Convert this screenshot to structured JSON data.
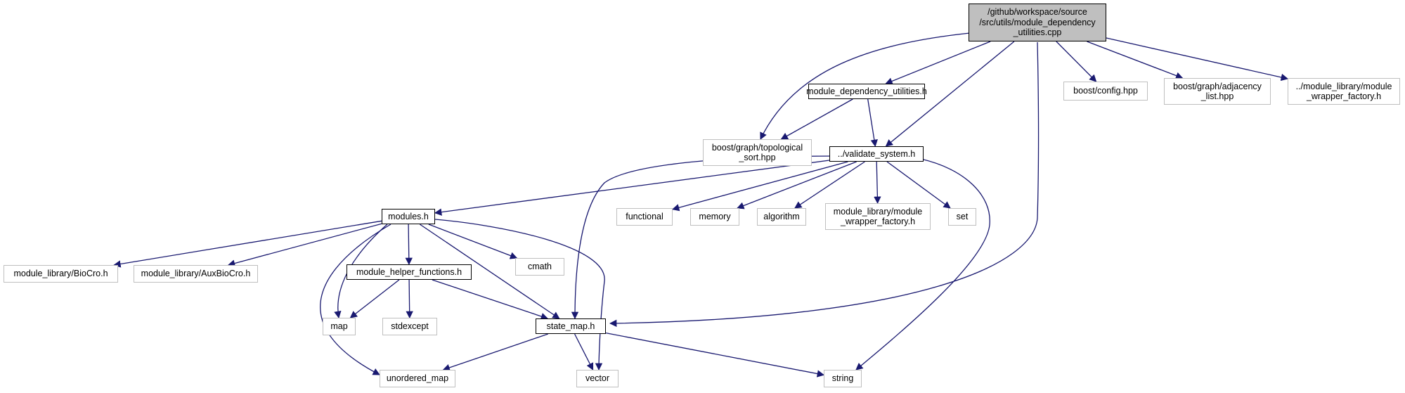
{
  "colors": {
    "edge": "#191970",
    "root_fill": "#bfbfbf",
    "external_border": "#bfbfbf",
    "local_border": "#000000"
  },
  "nodes": {
    "root": {
      "label": "/github/workspace/source\n/src/utils/module_dependency\n_utilities.cpp",
      "kind": "root"
    },
    "mdu_h": {
      "label": "module_dependency_utilities.h",
      "kind": "local"
    },
    "topo": {
      "label": "boost/graph/topological\n_sort.hpp",
      "kind": "external"
    },
    "validate": {
      "label": "../validate_system.h",
      "kind": "local"
    },
    "config": {
      "label": "boost/config.hpp",
      "kind": "external"
    },
    "adj": {
      "label": "boost/graph/adjacency\n_list.hpp",
      "kind": "external"
    },
    "mwf_root": {
      "label": "../module_library/module\n_wrapper_factory.h",
      "kind": "external"
    },
    "modules": {
      "label": "modules.h",
      "kind": "local"
    },
    "functional": {
      "label": "functional",
      "kind": "external"
    },
    "memory": {
      "label": "memory",
      "kind": "external"
    },
    "algorithm": {
      "label": "algorithm",
      "kind": "external"
    },
    "mwf": {
      "label": "module_library/module\n_wrapper_factory.h",
      "kind": "external"
    },
    "set": {
      "label": "set",
      "kind": "external"
    },
    "biocro": {
      "label": "module_library/BioCro.h",
      "kind": "external"
    },
    "auxbiocro": {
      "label": "module_library/AuxBioCro.h",
      "kind": "external"
    },
    "mhf": {
      "label": "module_helper_functions.h",
      "kind": "local"
    },
    "cmath": {
      "label": "cmath",
      "kind": "external"
    },
    "map": {
      "label": "map",
      "kind": "external"
    },
    "stdexcept": {
      "label": "stdexcept",
      "kind": "external"
    },
    "state_map": {
      "label": "state_map.h",
      "kind": "local"
    },
    "unordered_map": {
      "label": "unordered_map",
      "kind": "external"
    },
    "vector": {
      "label": "vector",
      "kind": "external"
    },
    "string": {
      "label": "string",
      "kind": "external"
    }
  },
  "edges": [
    [
      "root",
      "topo"
    ],
    [
      "root",
      "mdu_h"
    ],
    [
      "root",
      "validate"
    ],
    [
      "root",
      "state_map"
    ],
    [
      "root",
      "config"
    ],
    [
      "root",
      "adj"
    ],
    [
      "root",
      "mwf_root"
    ],
    [
      "mdu_h",
      "topo"
    ],
    [
      "mdu_h",
      "validate"
    ],
    [
      "validate",
      "modules"
    ],
    [
      "validate",
      "state_map"
    ],
    [
      "validate",
      "functional"
    ],
    [
      "validate",
      "memory"
    ],
    [
      "validate",
      "algorithm"
    ],
    [
      "validate",
      "mwf"
    ],
    [
      "validate",
      "set"
    ],
    [
      "validate",
      "string"
    ],
    [
      "modules",
      "biocro"
    ],
    [
      "modules",
      "auxbiocro"
    ],
    [
      "modules",
      "unordered_map"
    ],
    [
      "modules",
      "map"
    ],
    [
      "modules",
      "mhf"
    ],
    [
      "modules",
      "state_map"
    ],
    [
      "modules",
      "cmath"
    ],
    [
      "modules",
      "vector"
    ],
    [
      "mhf",
      "map"
    ],
    [
      "mhf",
      "stdexcept"
    ],
    [
      "mhf",
      "state_map"
    ],
    [
      "state_map",
      "unordered_map"
    ],
    [
      "state_map",
      "vector"
    ],
    [
      "state_map",
      "string"
    ]
  ]
}
